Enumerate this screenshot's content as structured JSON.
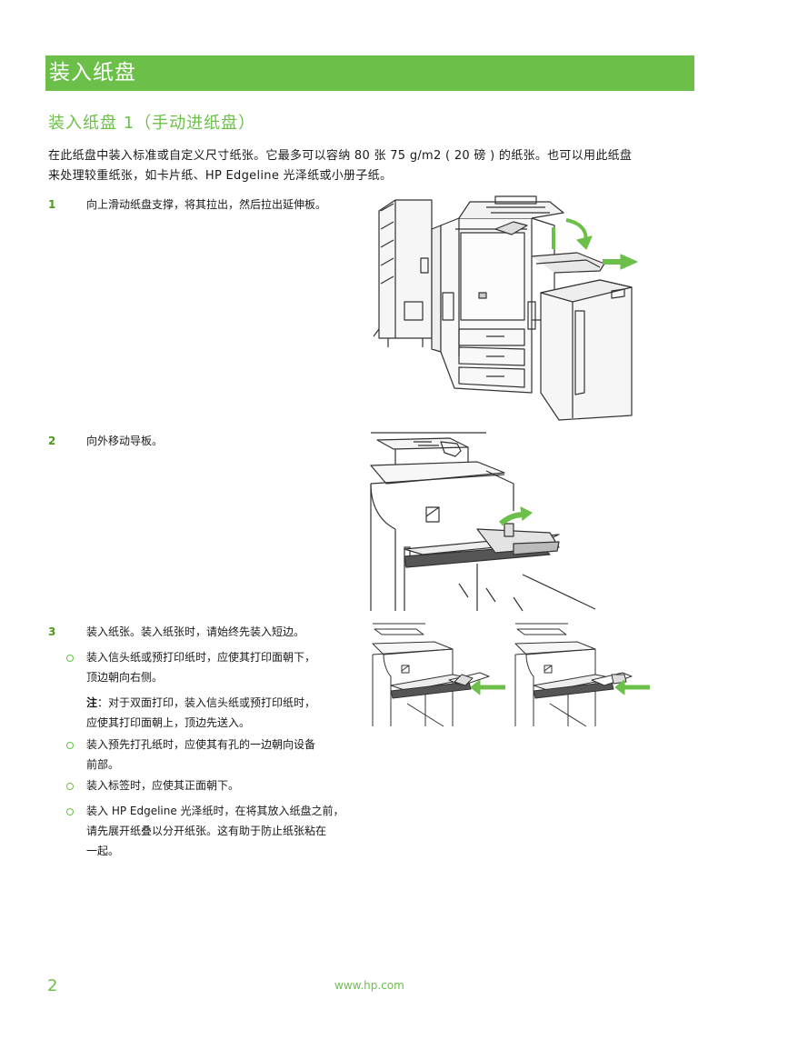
{
  "header": {
    "title": "装入纸盘"
  },
  "section": {
    "title": "装入纸盘 1（手动进纸盘）",
    "intro_lines": [
      "在此纸盘中装入标准或自定义尺寸纸张。它最多可以容纳 80 张 75 g/m2 ( 20 磅 ) 的纸张。也可以用此纸盘",
      "来处理较重纸张，如卡片纸、HP Edgeline 光泽纸或小册子纸。"
    ]
  },
  "steps": [
    {
      "number": "1",
      "text": "向上滑动纸盘支撑，将其拉出，然后拉出延伸板。"
    },
    {
      "number": "2",
      "text": "向外移动导板。"
    },
    {
      "number": "3",
      "text": "装入纸张。装入纸张时，请始终先装入短边。"
    }
  ],
  "bullets": [
    {
      "lines": [
        "装入信头纸或预打印纸时，应使其打印面朝下，",
        "顶边朝向右侧。"
      ]
    },
    {
      "lines": [
        "装入预先打孔纸时，应使其有孔的一边朝向设备",
        "前部。"
      ]
    },
    {
      "lines": [
        "装入标签时，应使其正面朝下。"
      ]
    },
    {
      "lines": [
        "装入 HP Edgeline 光泽纸时，在将其放入纸盘之前，",
        "请先展开纸叠以分开纸张。这有助于防止纸张粘在",
        "一起。"
      ]
    }
  ],
  "note": {
    "label": "注",
    "line1_rest": "：对于双面打印，装入信头纸或预打印纸时，",
    "line2": "应使其打印面朝上，顶边先送入。"
  },
  "footer": {
    "page_number": "2",
    "url": "www.hp.com"
  },
  "colors": {
    "accent": "#6cc04a",
    "step_number": "#4a9a1e"
  }
}
